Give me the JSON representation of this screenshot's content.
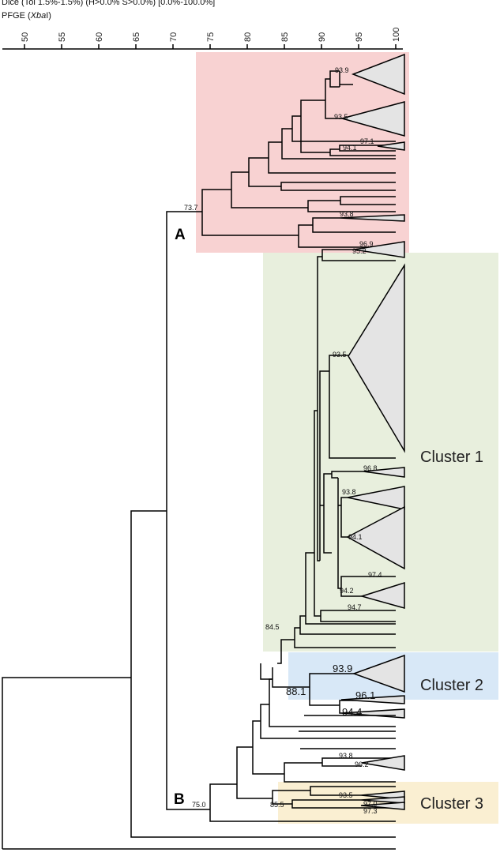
{
  "header": {
    "line1": "Dice (Tol 1.5%-1.5%) (H>0.0% S>0.0%) [0.0%-100.0%]",
    "line2_prefix": "PFGE (",
    "line2_enzyme": "Xba",
    "line2_suffix": "I)"
  },
  "axis": {
    "ticks": [
      "50",
      "55",
      "60",
      "65",
      "70",
      "75",
      "80",
      "85",
      "90",
      "95",
      "100"
    ]
  },
  "clusters": {
    "cluster1": {
      "label": "Cluster 1",
      "color": "#e8efdd"
    },
    "cluster2": {
      "label": "Cluster 2",
      "color": "#d8e8f7"
    },
    "cluster3": {
      "label": "Cluster 3",
      "color": "#faefd2"
    }
  },
  "groups": {
    "a": {
      "label": "A",
      "color": "#f8d2d2"
    },
    "b": {
      "label": "B"
    }
  },
  "nodes": {
    "n737": "73.7",
    "n939a": "93.9",
    "n935a": "93.5",
    "n971": "97.1",
    "n941a": "94.1",
    "n938a": "93.8",
    "n969": "96.9",
    "n952": "95.2",
    "n935b": "93.5",
    "n968": "96.8",
    "n938b": "93.8",
    "n941b": "94.1",
    "n974": "97.4",
    "n942": "94.2",
    "n947": "94.7",
    "n845": "84.5",
    "n939b": "93.9",
    "n881": "88.1",
    "n961": "96.1",
    "n944": "94.4",
    "n938c": "93.8",
    "n962": "96.2",
    "n750": "75.0",
    "n855": "85.5",
    "n935c": "93.5",
    "n970": "97.0",
    "n973": "97.3"
  }
}
